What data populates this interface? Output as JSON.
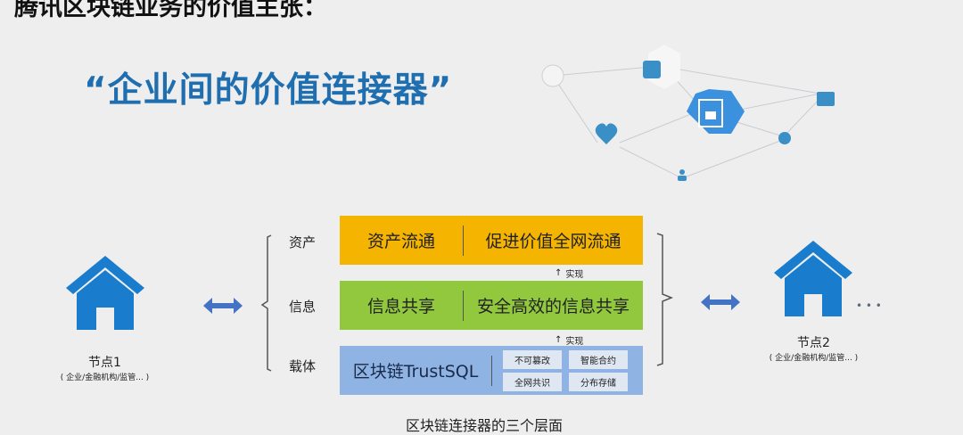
{
  "header": {
    "title": "腾讯区块链业务的价值主张：",
    "slogan": "“企业间的价值连接器”"
  },
  "network_icons": [
    "cloud-drive-icon",
    "briefcase-icon",
    "lock-notebook-icon",
    "handshake-heart-icon",
    "coin-icon",
    "user-icon"
  ],
  "layers": [
    {
      "side_label": "资产",
      "left": "资产流通",
      "right": "促进价值全网流通",
      "color": "#f4b400"
    },
    {
      "side_label": "信息",
      "left": "信息共享",
      "right": "安全高效的信息共享",
      "color": "#92c83e"
    },
    {
      "side_label": "载体",
      "left": "区块链TrustSQL",
      "features": [
        "不可篡改",
        "智能合约",
        "全网共识",
        "分布存储"
      ],
      "color": "#8fb4e3"
    }
  ],
  "implement_label": "实现",
  "nodes": [
    {
      "name": "节点1",
      "desc": "( 企业/金融机构/监管... )"
    },
    {
      "name": "节点2",
      "desc": "( 企业/金融机构/监管... )"
    }
  ],
  "more": "• • •",
  "caption": "区块链连接器的三个层面",
  "colors": {
    "accent": "#1f6fb0",
    "house": "#1a7ccc"
  }
}
